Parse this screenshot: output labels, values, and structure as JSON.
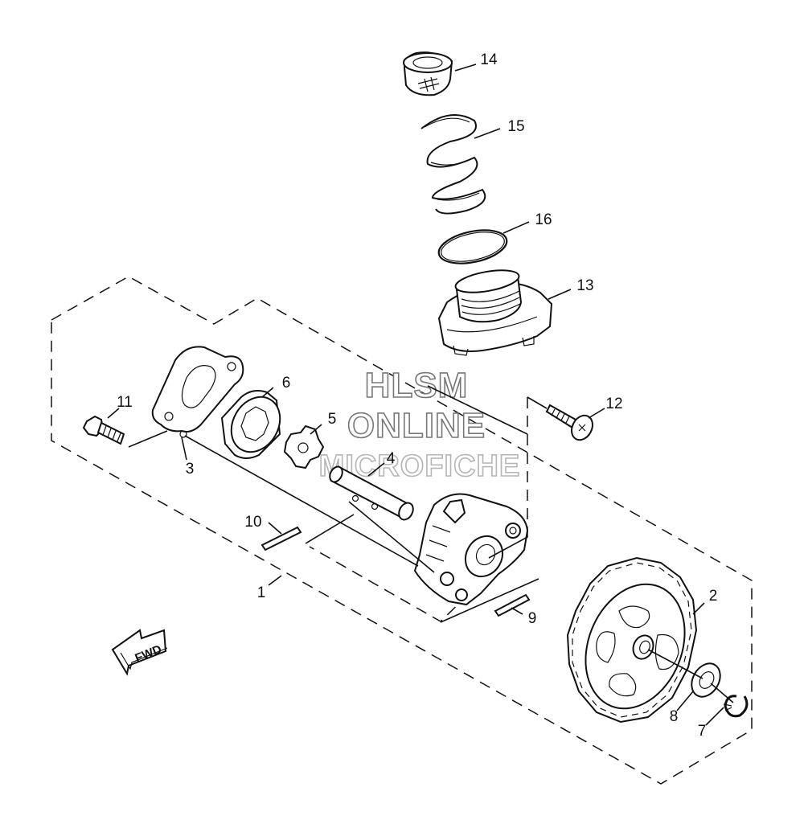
{
  "watermark": {
    "line1": "HLSM",
    "line2": "ONLINE",
    "line3": "MICROFICHE"
  },
  "fwd_label": "FWD",
  "callouts": [
    {
      "id": "1",
      "text": "1"
    },
    {
      "id": "2",
      "text": "2"
    },
    {
      "id": "3",
      "text": "3"
    },
    {
      "id": "4",
      "text": "4"
    },
    {
      "id": "5",
      "text": "5"
    },
    {
      "id": "6",
      "text": "6"
    },
    {
      "id": "7",
      "text": "7"
    },
    {
      "id": "8",
      "text": "8"
    },
    {
      "id": "9",
      "text": "9"
    },
    {
      "id": "10",
      "text": "10"
    },
    {
      "id": "11",
      "text": "11"
    },
    {
      "id": "12",
      "text": "12"
    },
    {
      "id": "13",
      "text": "13"
    },
    {
      "id": "14",
      "text": "14"
    },
    {
      "id": "15",
      "text": "15"
    },
    {
      "id": "16",
      "text": "16"
    }
  ],
  "colors": {
    "line": "#111111",
    "background": "#ffffff",
    "watermark_outline": "#777777"
  }
}
